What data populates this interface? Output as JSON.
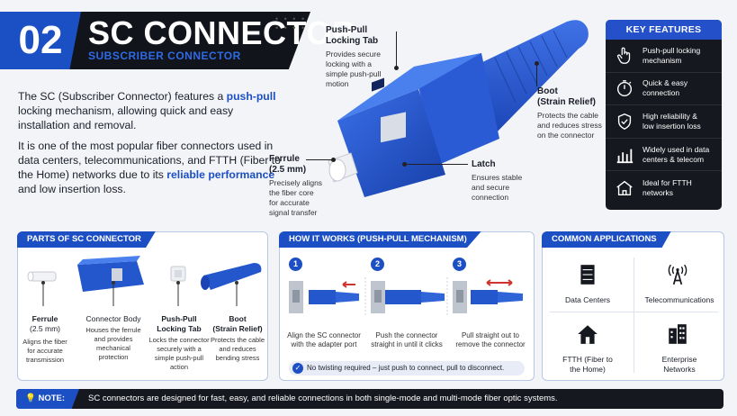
{
  "header": {
    "number": "02",
    "title": "SC CONNECTOR",
    "subtitle": "SUBSCRIBER CONNECTOR"
  },
  "intro": {
    "p1_a": "The SC (Subscriber Connector) features a ",
    "p1_hl": "push-pull",
    "p1_b": " locking mechanism, allowing quick and easy installation and removal.",
    "p2_a": "It is one of the most popular fiber connectors used in data centers, telecommunications, and FTTH (Fiber to the Home) networks due to its ",
    "p2_hl": "reliable performance",
    "p2_b": " and low insertion loss."
  },
  "callouts": {
    "tab_title_1": "Push-Pull",
    "tab_title_2": "Locking Tab",
    "tab_desc": [
      "Provides secure",
      "locking with a",
      "simple push-pull",
      "motion"
    ],
    "boot_title_1": "Boot",
    "boot_title_2": "(Strain Relief)",
    "boot_desc": [
      "Protects the cable",
      "and reduces stress",
      "on the connector"
    ],
    "ferrule_title_1": "Ferrule",
    "ferrule_title_2": "(2.5 mm)",
    "ferrule_desc": [
      "Precisely aligns",
      "the fiber core",
      "for accurate",
      "signal transfer"
    ],
    "latch_title": "Latch",
    "latch_desc": [
      "Ensures stable",
      "and secure",
      "connection"
    ]
  },
  "key_features": {
    "title": "KEY FEATURES",
    "items": [
      {
        "icon": "hand-pointer-icon",
        "l1": "Push-pull locking",
        "l2": "mechanism"
      },
      {
        "icon": "stopwatch-icon",
        "l1": "Quick & easy",
        "l2": "connection"
      },
      {
        "icon": "shield-check-icon",
        "l1": "High reliability &",
        "l2": "low insertion loss"
      },
      {
        "icon": "bar-chart-icon",
        "l1": "Widely used in data",
        "l2": "centers & telecom"
      },
      {
        "icon": "house-icon",
        "l1": "Ideal for FTTH",
        "l2": "networks"
      }
    ]
  },
  "parts": {
    "title": "PARTS OF SC CONNECTOR",
    "items": [
      {
        "name1": "Ferrule",
        "name2": "(2.5 mm)",
        "desc": [
          "Aligns the fiber",
          "for accurate",
          "transmission"
        ]
      },
      {
        "name1": "Connector Body",
        "name2": "",
        "desc": [
          "Houses the ferrule",
          "and provides",
          "mechanical",
          "protection"
        ]
      },
      {
        "name1": "Push-Pull",
        "name2": "Locking Tab",
        "desc": [
          "Locks the connector",
          "securely with a",
          "simple push-pull",
          "action"
        ]
      },
      {
        "name1": "Boot",
        "name2": "(Strain Relief)",
        "desc": [
          "Protects the cable",
          "and reduces",
          "bending stress"
        ]
      }
    ]
  },
  "how": {
    "title": "HOW IT WORKS (PUSH-PULL MECHANISM)",
    "steps": [
      {
        "n": "1",
        "l1": "Align the SC connector",
        "l2": "with the adapter port"
      },
      {
        "n": "2",
        "l1": "Push the connector",
        "l2": "straight in until it clicks"
      },
      {
        "n": "3",
        "l1": "Pull straight out to",
        "l2": "remove the connector"
      }
    ],
    "tip": "No twisting required – just push to connect, pull to disconnect."
  },
  "apps": {
    "title": "COMMON APPLICATIONS",
    "items": [
      {
        "icon": "server-rack-icon",
        "l1": "Data Centers",
        "l2": ""
      },
      {
        "icon": "antenna-tower-icon",
        "l1": "Telecommunications",
        "l2": ""
      },
      {
        "icon": "house-icon",
        "l1": "FTTH (Fiber to",
        "l2": "the Home)"
      },
      {
        "icon": "office-building-icon",
        "l1": "Enterprise",
        "l2": "Networks"
      }
    ]
  },
  "note": {
    "label": "NOTE:",
    "text": "SC connectors are designed for fast, easy, and reliable connections in both single-mode and multi-mode fiber optic systems."
  },
  "colors": {
    "accent": "#1d4fc4",
    "dark": "#16181f",
    "connector_blue": "#2256cf"
  }
}
